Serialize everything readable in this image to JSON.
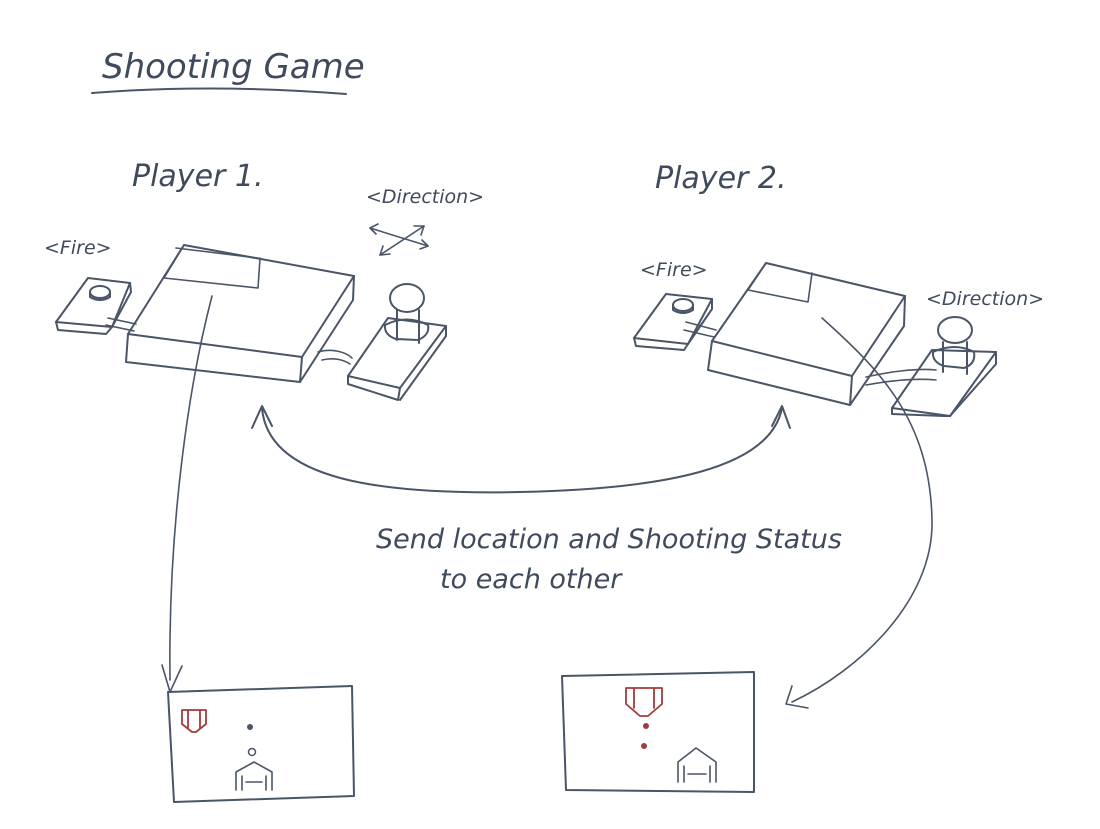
{
  "title": "Shooting Game",
  "player1": {
    "label": "Player 1.",
    "fire_label": "<Fire>",
    "direction_label": "<Direction>"
  },
  "player2": {
    "label": "Player 2.",
    "fire_label": "<Fire>",
    "direction_label": "<Direction>"
  },
  "caption": {
    "line1": "Send location and Shooting Status",
    "line2": "to each other"
  },
  "colors": {
    "ink": "#4a5568",
    "enemy_ship": "#a63a3a"
  }
}
